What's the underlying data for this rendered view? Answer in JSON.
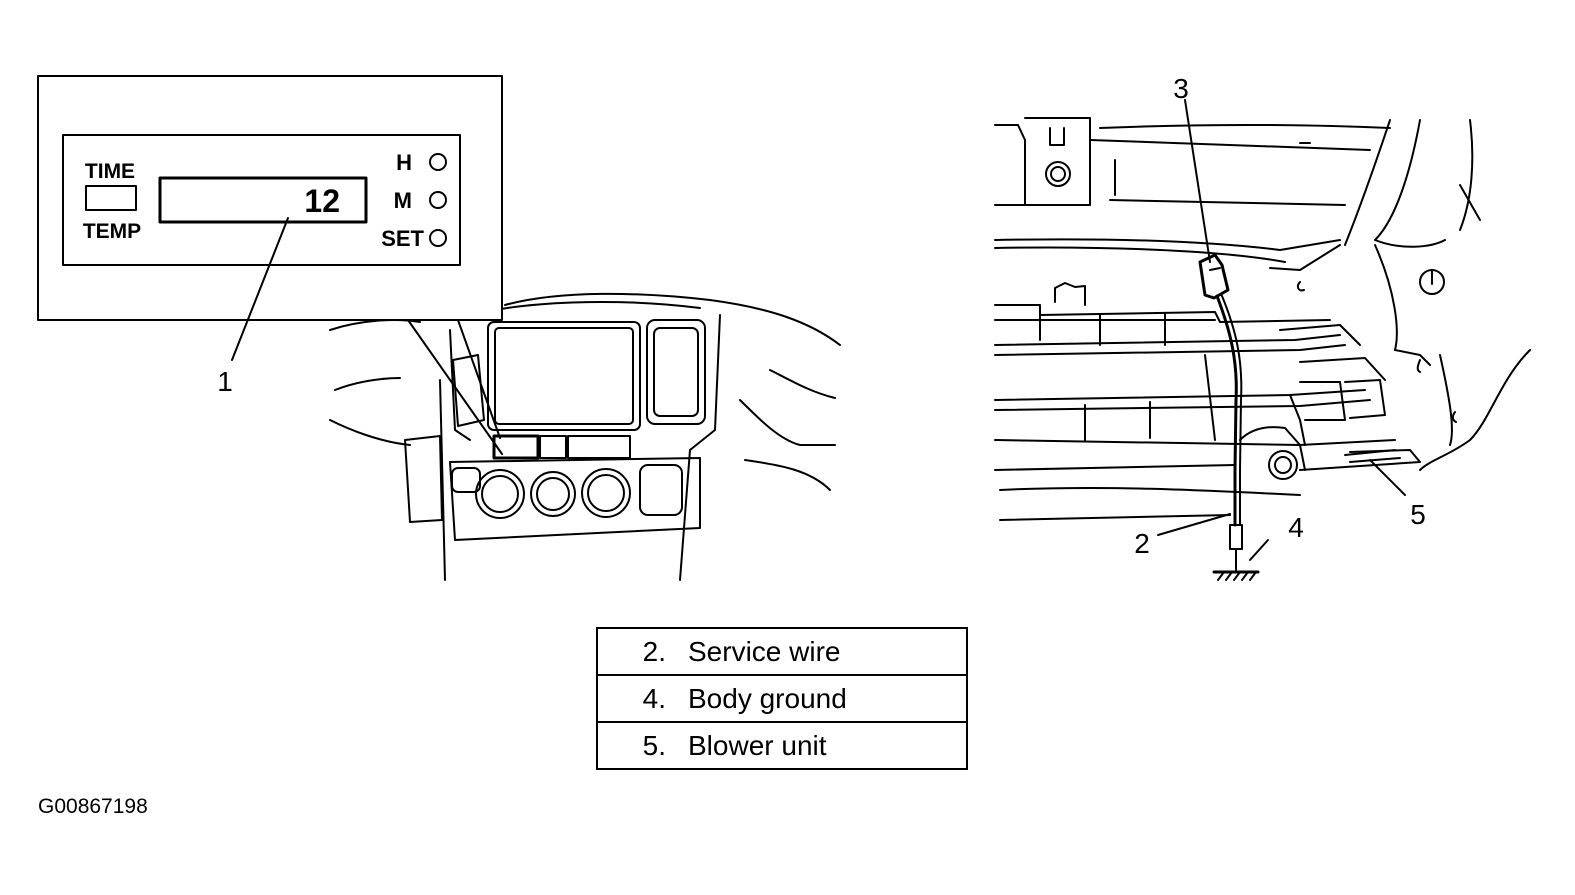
{
  "clock_display": {
    "time_label": "TIME",
    "temp_label": "TEMP",
    "value": "12",
    "buttons": [
      "H",
      "M",
      "SET"
    ]
  },
  "callouts": {
    "c1": "1",
    "c2": "2",
    "c3": "3",
    "c4": "4",
    "c5": "5"
  },
  "legend": [
    {
      "num": "2.",
      "text": "Service wire"
    },
    {
      "num": "4.",
      "text": "Body ground"
    },
    {
      "num": "5.",
      "text": "Blower unit"
    }
  ],
  "figure_code": "G00867198"
}
